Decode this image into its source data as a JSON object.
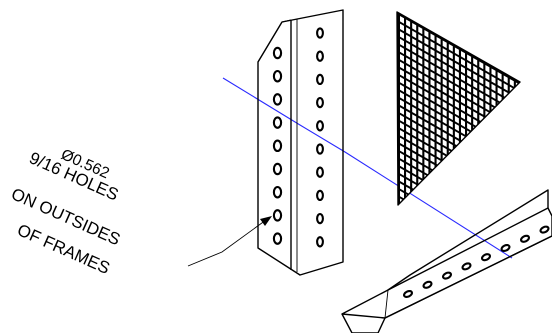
{
  "callout": {
    "lines": [
      "Ø0.562",
      "9/16 HOLES",
      "ON OUTSIDES",
      "OF FRAMES"
    ]
  },
  "colors": {
    "ink": "#000000",
    "axis_line": "#2a2aff",
    "background": "#ffffff"
  },
  "parts": [
    "vertical-frame-upright",
    "perforated-mesh-panel",
    "angle-rail",
    "center-axis-line"
  ]
}
